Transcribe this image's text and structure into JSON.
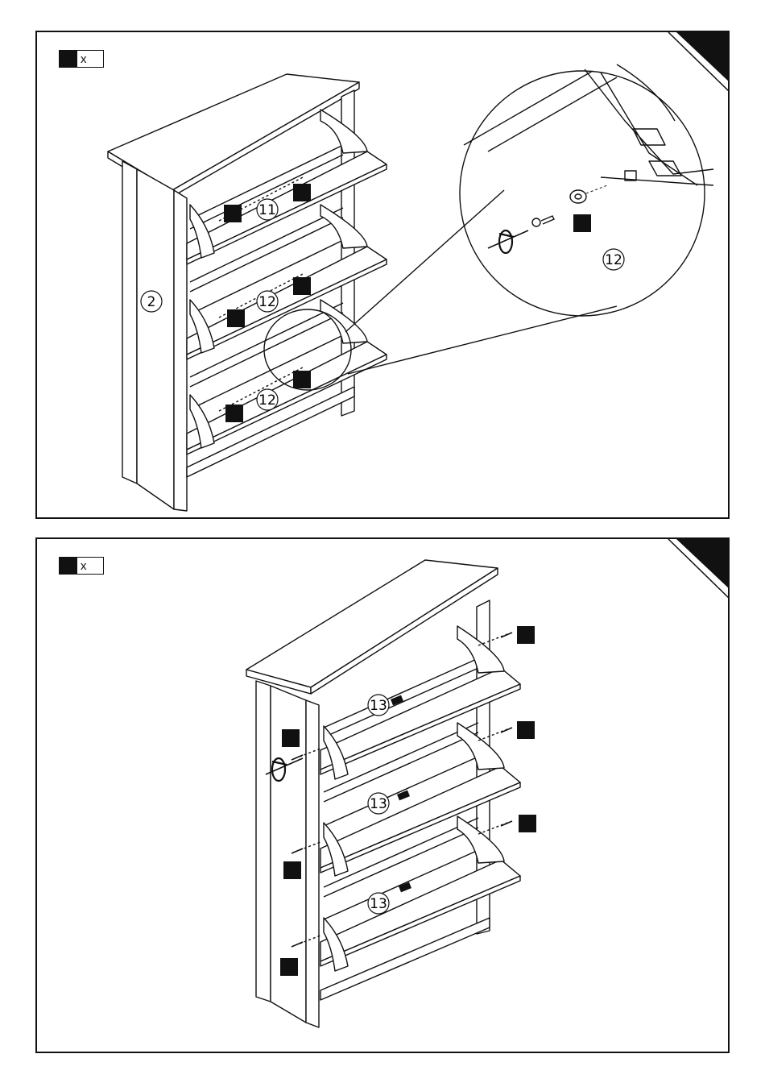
{
  "steps": [
    {
      "quantity_suffix": "x",
      "part_labels": [
        "2",
        "11",
        "12",
        "12",
        "12"
      ]
    },
    {
      "quantity_suffix": "x",
      "part_labels": [
        "13",
        "13",
        "13"
      ]
    }
  ],
  "colors": {
    "ink": "#111111",
    "paper": "#ffffff"
  },
  "icons": [
    "screwdriver-icon",
    "screw-icon",
    "dowel-icon",
    "corner-tab-icon"
  ]
}
